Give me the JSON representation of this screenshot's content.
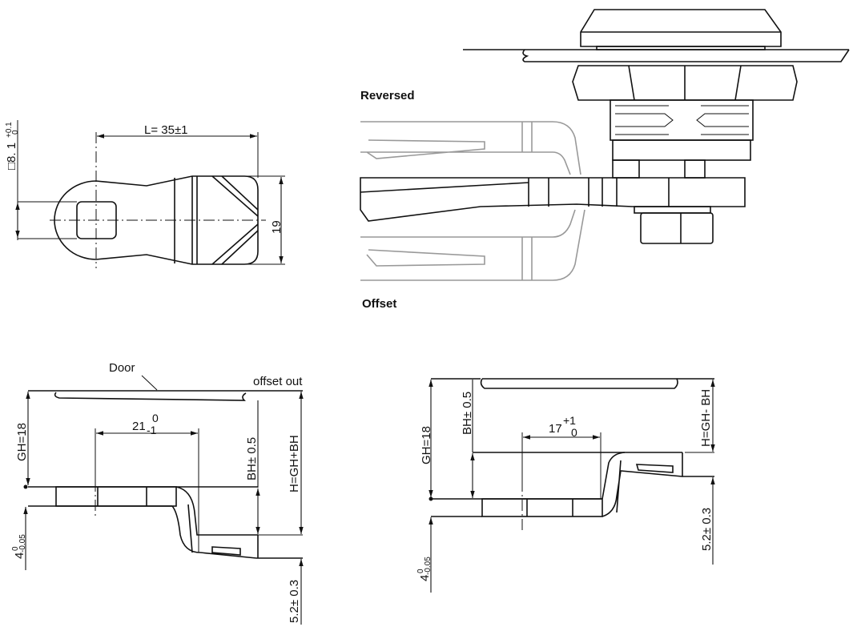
{
  "top_view": {
    "length_dim": "L= 35±1",
    "width_dim": "19",
    "square_dim": "□8. 1",
    "square_tol_upper": "+0.1",
    "square_tol_lower": "0"
  },
  "assembly_view": {
    "reversed_label": "Reversed",
    "offset_label": "Offset"
  },
  "offset_out_view": {
    "door_label": "Door",
    "title": "offset out",
    "gh_dim": "GH=18",
    "width_dim": "21",
    "width_tol_upper": "0",
    "width_tol_lower": "-1",
    "bh_dim": "BH± 0.5",
    "h_dim": "H=GH+BH",
    "thickness_dim": "4",
    "thickness_tol_upper": "0",
    "thickness_tol_lower": "-0.05",
    "bottom_dim": "5.2± 0.3"
  },
  "offset_in_view": {
    "gh_dim": "GH=18",
    "bh_dim": "BH± 0.5",
    "width_dim": "17",
    "width_tol_upper": "+1",
    "width_tol_lower": "0",
    "h_dim": "H=GH- BH",
    "thickness_dim": "4",
    "thickness_tol_upper": "0",
    "thickness_tol_lower": "-0.05",
    "bottom_dim": "5.2± 0.3"
  }
}
